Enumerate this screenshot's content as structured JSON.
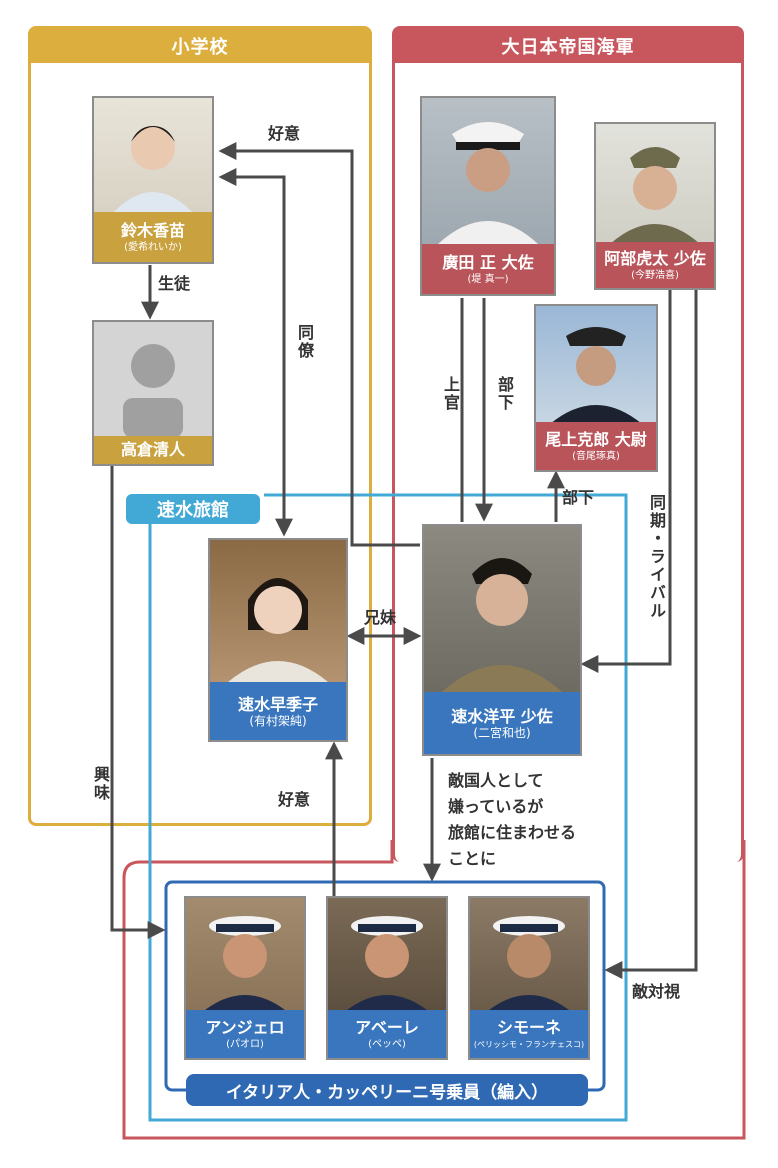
{
  "groups": {
    "school": {
      "title": "小学校",
      "color": "#dcae3e"
    },
    "navy": {
      "title": "大日本帝国海軍",
      "color": "#c8575d"
    },
    "ryokan": {
      "title": "速水旅館",
      "color": "#42a9d6"
    },
    "italian": {
      "title": "イタリア人・カッペリーニ号乗員（編入）",
      "color": "#2f69b3"
    }
  },
  "people": {
    "suzuki": {
      "name": "鈴木香苗",
      "actor": "(愛希れいか)"
    },
    "takakura": {
      "name": "高倉清人",
      "actor": ""
    },
    "hirota": {
      "name": "廣田 正 大佐",
      "actor": "(堤 真一)"
    },
    "abe": {
      "name": "阿部虎太 少佐",
      "actor": "(今野浩喜)"
    },
    "ogami": {
      "name": "尾上克郎 大尉",
      "actor": "(音尾琢真)"
    },
    "sakiko": {
      "name": "速水早季子",
      "actor": "(有村架純)"
    },
    "yohei": {
      "name": "速水洋平 少佐",
      "actor": "(二宮和也)"
    },
    "angelo": {
      "name": "アンジェロ",
      "actor": "(パオロ)"
    },
    "abele": {
      "name": "アベーレ",
      "actor": "(ペッペ)"
    },
    "simone": {
      "name": "シモーネ",
      "actor": "(ペリッシモ・フランチェスコ)"
    }
  },
  "relations": {
    "koui_top": "好意",
    "seito": "生徒",
    "douryou": "同僚",
    "joukan": "上官",
    "buka1": "部下",
    "buka2": "部下",
    "douki": "同期・ライバル",
    "kyoumai": "兄妹",
    "kyoumi": "興味",
    "koui_bottom": "好意",
    "tekikoku": "敵国人として\n嫌っているが\n旅館に住まわせる\nことに",
    "tekitaishi": "敵対視"
  },
  "colors": {
    "line": "#4a4a4a",
    "gold": "#d4a83b",
    "red": "#b9545a",
    "blue": "#3a76be"
  }
}
